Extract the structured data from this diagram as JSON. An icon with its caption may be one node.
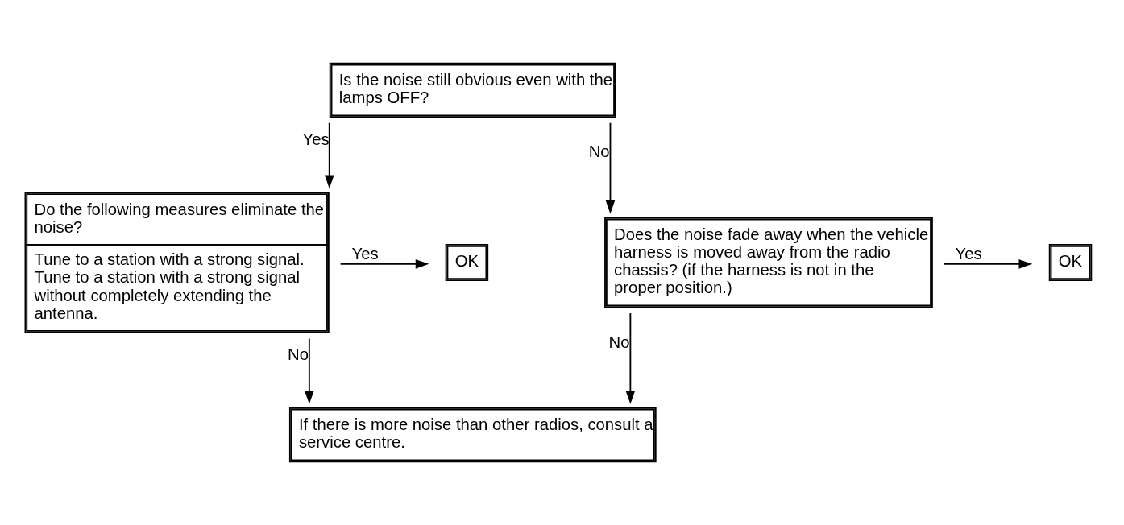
{
  "diagram": {
    "nodes": [
      {
        "text": [
          "Is the noise still obvious even with the lamps OFF?"
        ]
      },
      {
        "text": [
          "Do the following measures eliminate the noise?",
          "Tune to a station with a strong signal.",
          "Tune to a station with a strong signal without completely extending the antenna."
        ]
      },
      {
        "text": [
          "OK"
        ]
      },
      {
        "text": [
          "Does the noise fade away when the vehicle harness is moved away from the radio chassis? (if the harness is not in the proper position.)"
        ]
      },
      {
        "text": [
          "OK"
        ]
      },
      {
        "text": [
          "If there is more noise than other radios, consult a service centre."
        ]
      }
    ],
    "edges": [
      {
        "from": 0,
        "to": 1,
        "arrow": "to",
        "label": "Yes"
      },
      {
        "from": 0,
        "to": 3,
        "arrow": "to",
        "label": "No"
      },
      {
        "from": 1,
        "to": 2,
        "arrow": "to",
        "label": "Yes"
      },
      {
        "from": 1,
        "to": 5,
        "arrow": "to",
        "label": "No"
      },
      {
        "from": 3,
        "to": 4,
        "arrow": "to",
        "label": "Yes"
      },
      {
        "from": 3,
        "to": 5,
        "arrow": "to",
        "label": "No"
      }
    ]
  }
}
